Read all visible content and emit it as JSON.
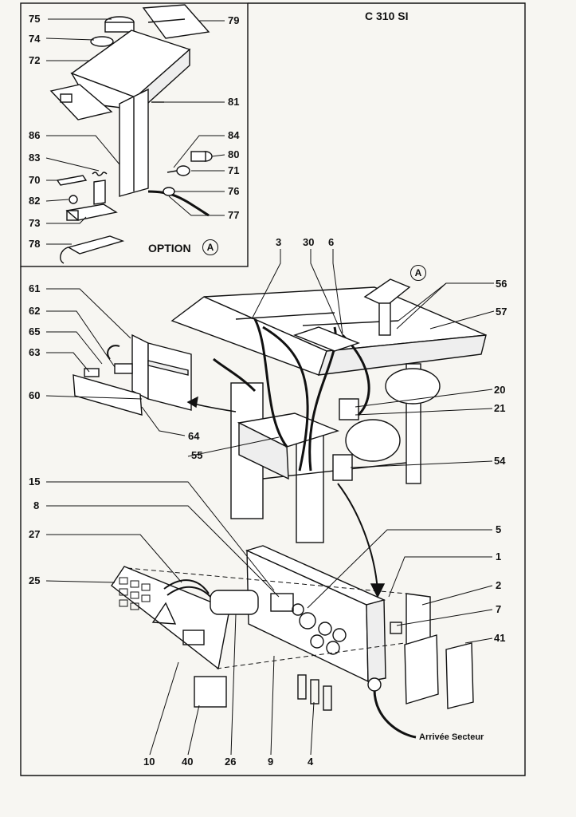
{
  "title": "C 310 SI",
  "option_label": "OPTION",
  "option_marker": "A",
  "detail_marker": "A",
  "mains_label": "Arrivée Secteur",
  "part_labels": {
    "p75": "75",
    "p74": "74",
    "p72": "72",
    "p79": "79",
    "p81": "81",
    "p86": "86",
    "p84": "84",
    "p83": "83",
    "p80": "80",
    "p71": "71",
    "p70": "70",
    "p76": "76",
    "p82": "82",
    "p77": "77",
    "p73": "73",
    "p78": "78",
    "p3": "3",
    "p30": "30",
    "p6": "6",
    "p56": "56",
    "p57": "57",
    "p61": "61",
    "p62": "62",
    "p65": "65",
    "p63": "63",
    "p60": "60",
    "p64": "64",
    "p55": "55",
    "p20": "20",
    "p21": "21",
    "p54": "54",
    "p15": "15",
    "p8": "8",
    "p27": "27",
    "p25": "25",
    "p5": "5",
    "p1": "1",
    "p2": "2",
    "p7": "7",
    "p41": "41",
    "p10": "10",
    "p40": "40",
    "p26": "26",
    "p9": "9",
    "p4": "4"
  },
  "colors": {
    "ink": "#111111",
    "paper": "#f7f6f2"
  }
}
